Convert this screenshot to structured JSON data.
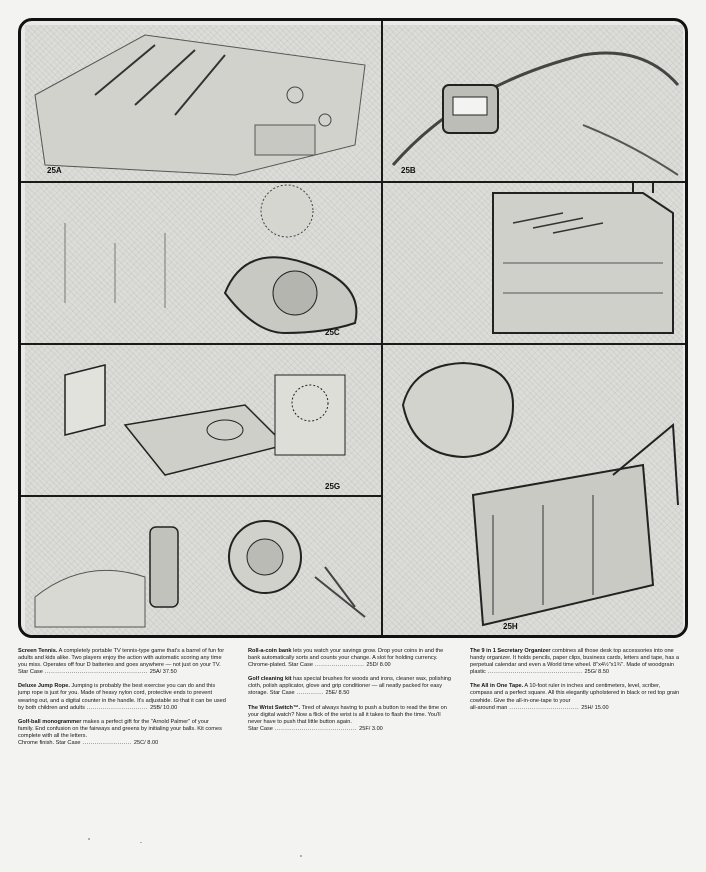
{
  "photos": [
    {
      "id": "25A",
      "label": "25A"
    },
    {
      "id": "25B",
      "label": "25B"
    },
    {
      "id": "25C",
      "label": "25C"
    },
    {
      "id": "25G",
      "label": "25G"
    },
    {
      "id": "25H",
      "label": "25H"
    }
  ],
  "column1": [
    {
      "title": "Screen Tennis.",
      "body": "A completely portable TV tennis-type game that's a barrel of fun for adults and kids alike. Two players enjoy the action with automatic scoring any time you miss. Operates off four D batteries and goes anywhere — not just on your TV.",
      "price_label": "Star Case",
      "price": "25A/ 37.50"
    },
    {
      "title": "Deluxe Jump Rope.",
      "body": "Jumping is probably the best exercise you can do and this jump rope is just for you. Made of heavy nylon cord, protective ends to prevent wearing out, and a digital counter in the handle. It's adjustable so that it can be used by both children and adults",
      "price_label": "",
      "price": "25B/ 10.00"
    },
    {
      "title": "Golf-ball monogrammer",
      "body": "makes a perfect gift for the \"Arnold Palmer\" of your family. End confusion on the fairways and greens by initialing your balls. Kit comes complete with all the letters.",
      "price_label": "Chrome finish. Star Case",
      "price": "25C/ 8.00"
    }
  ],
  "column2": [
    {
      "title": "Roll-a-coin bank",
      "body": "lets you watch your savings grow. Drop your coins in and the bank automatically sorts and counts your change. A slot for holding currency.",
      "price_label": "Chrome-plated. Star Case",
      "price": "25D/ 8.00"
    },
    {
      "title": "Golf cleaning kit",
      "body": "has special brushes for woods and irons, cleaner wax, polishing cloth, polish applicator, glove and grip conditioner — all neatly packed for easy storage.",
      "price_label": "Star Case",
      "price": "25E/ 8.50"
    },
    {
      "title": "The Wrist Switch™.",
      "body": "Tired of always having to push a button to read the time on your digital watch? Now a flick of the wrist is all it takes to flash the time. You'll never have to push that little button again.",
      "price_label": "Star Case",
      "price": "25F/ 3.00"
    }
  ],
  "column3": [
    {
      "title": "The 9 in 1 Secretary Organizer",
      "body": "combines all those desk top accessories into one handy organizer. It holds pencils, paper clips, business cards, letters and tape, has a perpetual calendar and even a World time wheel. 8\"x4½\"x1¾\". Made of woodgrain",
      "price_label": "plastic",
      "price": "25G/ 8.50"
    },
    {
      "title": "The All in One Tape.",
      "body": "A 10-foot ruler in inches and centimeters, level, scriber, compass and a perfect square. All this elegantly upholstered in black or red top grain cowhide. Give the all-in-one-tape to your",
      "price_label": "all-around man",
      "price": "25H/ 15.00"
    }
  ]
}
